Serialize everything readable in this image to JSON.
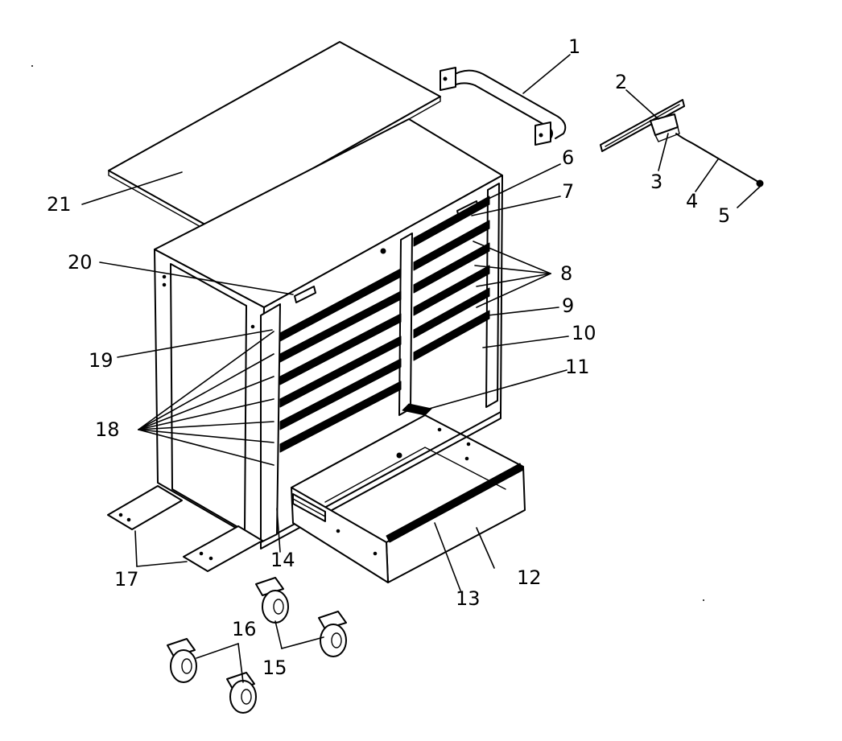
{
  "diagram": {
    "callouts": [
      {
        "n": "1"
      },
      {
        "n": "2"
      },
      {
        "n": "3"
      },
      {
        "n": "4"
      },
      {
        "n": "5"
      },
      {
        "n": "6"
      },
      {
        "n": "7"
      },
      {
        "n": "8"
      },
      {
        "n": "9"
      },
      {
        "n": "10"
      },
      {
        "n": "11"
      },
      {
        "n": "12"
      },
      {
        "n": "13"
      },
      {
        "n": "14"
      },
      {
        "n": "15"
      },
      {
        "n": "16"
      },
      {
        "n": "17"
      },
      {
        "n": "18"
      },
      {
        "n": "19"
      },
      {
        "n": "20"
      },
      {
        "n": "21"
      }
    ]
  }
}
